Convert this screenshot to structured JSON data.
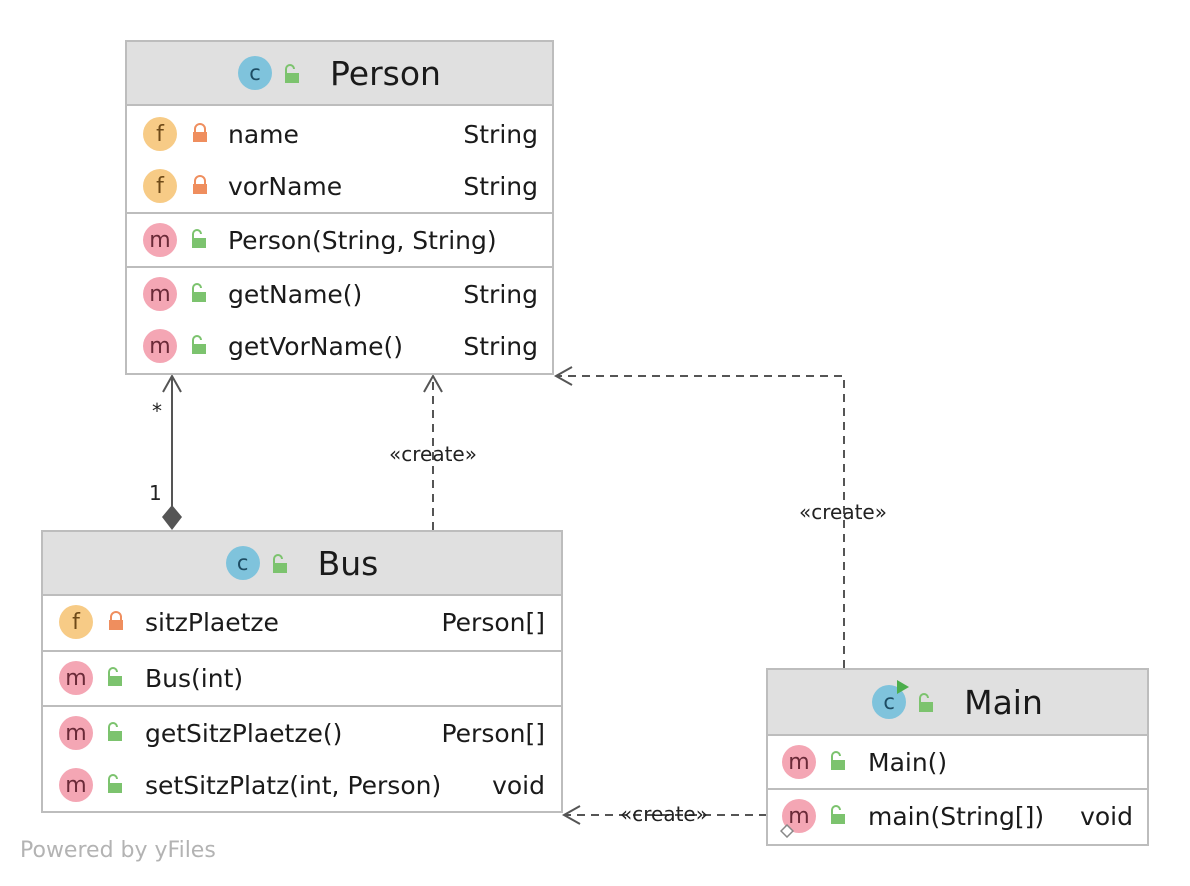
{
  "diagram": {
    "classes": {
      "person": {
        "name": "Person",
        "fields": [
          {
            "name": "name",
            "type": "String"
          },
          {
            "name": "vorName",
            "type": "String"
          }
        ],
        "constructors": [
          {
            "name": "Person(String, String)",
            "type": ""
          }
        ],
        "methods": [
          {
            "name": "getName()",
            "type": "String"
          },
          {
            "name": "getVorName()",
            "type": "String"
          }
        ]
      },
      "bus": {
        "name": "Bus",
        "fields": [
          {
            "name": "sitzPlaetze",
            "type": "Person[]"
          }
        ],
        "constructors": [
          {
            "name": "Bus(int)",
            "type": ""
          }
        ],
        "methods": [
          {
            "name": "getSitzPlaetze()",
            "type": "Person[]"
          },
          {
            "name": "setSitzPlatz(int, Person)",
            "type": "void"
          }
        ]
      },
      "main": {
        "name": "Main",
        "members": [
          {
            "name": "Main()",
            "type": ""
          },
          {
            "name": "main(String[])",
            "type": "void"
          }
        ]
      }
    },
    "badges": {
      "field": "f",
      "method": "m",
      "class": "c"
    },
    "relations": {
      "bus_person_source_multiplicity": "1",
      "bus_person_target_multiplicity": "*",
      "bus_person_create_label": "«create»",
      "main_person_create_label": "«create»",
      "main_bus_create_label": "«create»"
    },
    "footer": "Powered by yFiles",
    "colors": {
      "header_bg": "#e0e0e0",
      "border": "#bdbdbd",
      "field_badge": "#f7cb86",
      "method_badge": "#f4a6b4",
      "class_badge": "#7fc3dc",
      "private_lock": "#ef8e5e",
      "public_lock": "#7cc36e",
      "edge": "#555555"
    },
    "icons": [
      "class-icon",
      "runnable-class-icon",
      "field-icon",
      "method-icon",
      "private-lock-icon",
      "public-lock-icon"
    ]
  }
}
